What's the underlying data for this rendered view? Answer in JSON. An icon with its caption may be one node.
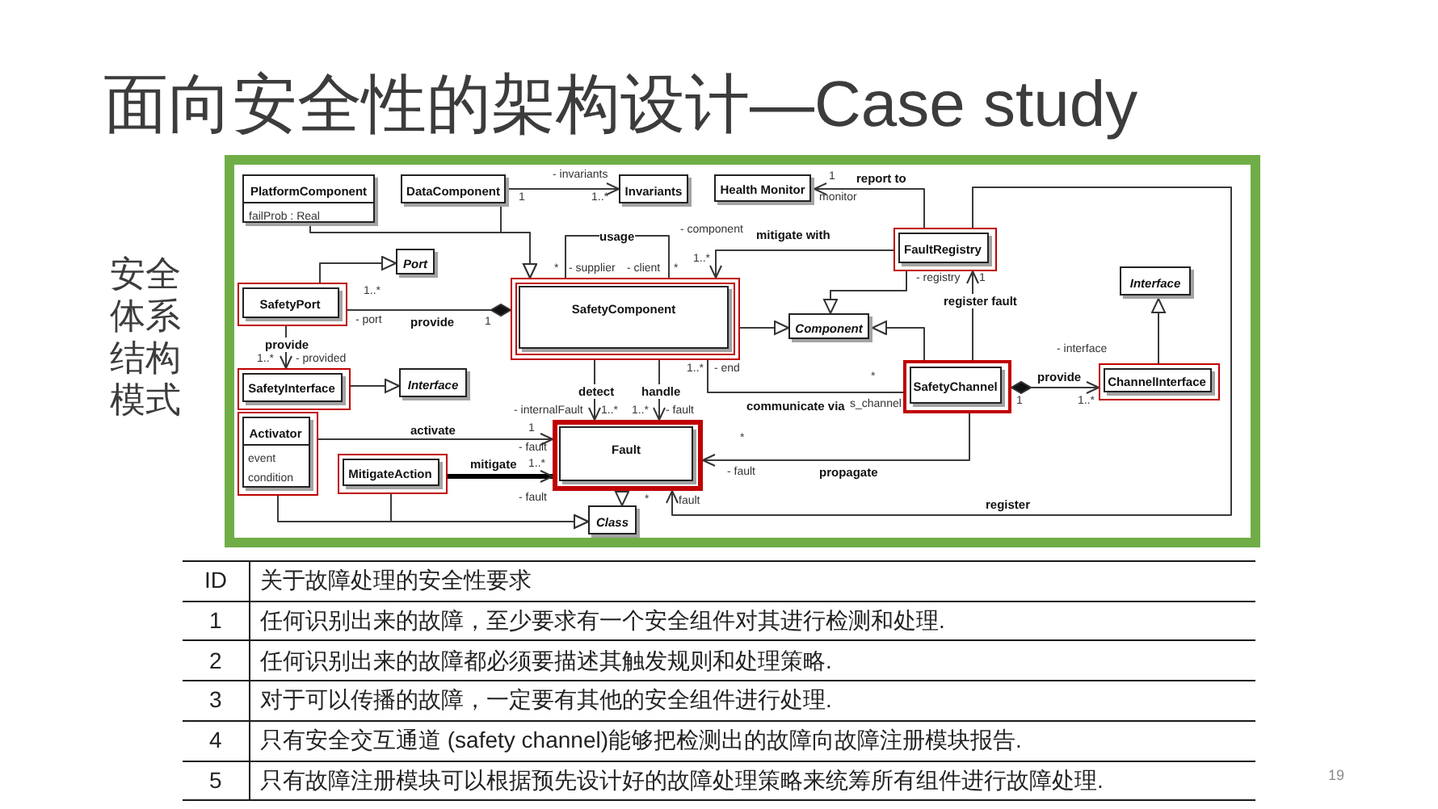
{
  "diagram": {
    "title": "面向安全性的架构设计—Case study",
    "nodes": [
      {
        "text": [
          "PlatformComponent",
          "failProb : Real"
        ]
      },
      {
        "text": [
          "DataComponent"
        ]
      },
      {
        "text": [
          "Invariants"
        ]
      },
      {
        "text": [
          "Health Monitor"
        ]
      },
      {
        "text": [
          "FaultRegistry"
        ]
      },
      {
        "text": [
          "Port"
        ]
      },
      {
        "text": [
          "SafetyPort"
        ]
      },
      {
        "text": [
          "SafetyComponent"
        ]
      },
      {
        "text": [
          "Component"
        ]
      },
      {
        "text": [
          "Interface"
        ]
      },
      {
        "text": [
          "SafetyInterface"
        ]
      },
      {
        "text": [
          "Interface"
        ]
      },
      {
        "text": [
          "SafetyChannel"
        ]
      },
      {
        "text": [
          "ChannelInterface"
        ]
      },
      {
        "text": [
          "Activator",
          "event",
          "condition"
        ]
      },
      {
        "text": [
          "MitigateAction"
        ]
      },
      {
        "text": [
          "Fault"
        ]
      },
      {
        "text": [
          "Class"
        ]
      }
    ],
    "edges": [
      {
        "from": 1,
        "to": 2,
        "arrow": "to"
      },
      {
        "from": 0,
        "to": 7,
        "arrow": "to"
      },
      {
        "from": 1,
        "to": 7,
        "arrow": "to"
      },
      {
        "from": 4,
        "to": 3,
        "arrow": "to",
        "label": "report to"
      },
      {
        "from": 7,
        "to": 7,
        "arrow": "none",
        "label": "usage"
      },
      {
        "from": 4,
        "to": 7,
        "arrow": "to",
        "label": "mitigate with"
      },
      {
        "from": 6,
        "to": 5,
        "arrow": "to"
      },
      {
        "from": 7,
        "to": 6,
        "arrow": "other",
        "label": "provide"
      },
      {
        "from": 4,
        "to": 8,
        "arrow": "to"
      },
      {
        "from": 7,
        "to": 8,
        "arrow": "to"
      },
      {
        "from": 12,
        "to": 8,
        "arrow": "to"
      },
      {
        "from": 12,
        "to": 4,
        "arrow": "to",
        "label": "register fault"
      },
      {
        "from": 13,
        "to": 9,
        "arrow": "to"
      },
      {
        "from": 6,
        "to": 10,
        "arrow": "to",
        "label": "provide"
      },
      {
        "from": 10,
        "to": 11,
        "arrow": "to"
      },
      {
        "from": 7,
        "to": 16,
        "arrow": "to",
        "label": "detect"
      },
      {
        "from": 7,
        "to": 16,
        "arrow": "to",
        "label": "handle"
      },
      {
        "from": 7,
        "to": 12,
        "arrow": "none",
        "label": "communicate via"
      },
      {
        "from": 12,
        "to": 13,
        "arrow": "to",
        "label": "provide"
      },
      {
        "from": 14,
        "to": 16,
        "arrow": "to",
        "label": "activate"
      },
      {
        "from": 15,
        "to": 16,
        "arrow": "to",
        "label": "mitigate",
        "style": "thick"
      },
      {
        "from": 12,
        "to": 16,
        "arrow": "to",
        "label": "propagate"
      },
      {
        "from": 14,
        "to": 17,
        "arrow": "to"
      },
      {
        "from": 15,
        "to": 17,
        "arrow": "to"
      },
      {
        "from": 16,
        "to": 17,
        "arrow": "to"
      },
      {
        "from": 4,
        "to": 16,
        "arrow": "to",
        "label": "register"
      }
    ],
    "labels": [
      "安全体系结构模式",
      "- invariants",
      "1",
      "1..*",
      "1",
      "monitor",
      "*",
      "- supplier",
      "- client",
      "*",
      "- component",
      "1..*",
      "- registry",
      "1",
      "1..*",
      "- port",
      "1",
      "1..*",
      "- provided",
      "1..*",
      "- end",
      "- interface",
      "*",
      "1",
      "1..*",
      "s_channel",
      "- internalFault",
      "1..*",
      "1..*",
      "- fault",
      "1",
      "- fault",
      "*",
      "1..*",
      "- fault",
      "- fault",
      "*",
      "fault",
      "ID",
      "关于故障处理的安全性要求",
      "1",
      "任何识别出来的故障，至少要求有一个安全组件对其进行检测和处理.",
      "2",
      "任何识别出来的故障都必须要描述其触发规则和处理策略.",
      "3",
      "对于可以传播的故障，一定要有其他的安全组件进行处理.",
      "4",
      "只有安全交互通道 (safety channel)能够把检测出的故障向故障注册模块报告.",
      "5",
      "只有故障注册模块可以根据预先设计好的故障处理策略来统筹所有组件进行故障处理.",
      "19"
    ]
  }
}
